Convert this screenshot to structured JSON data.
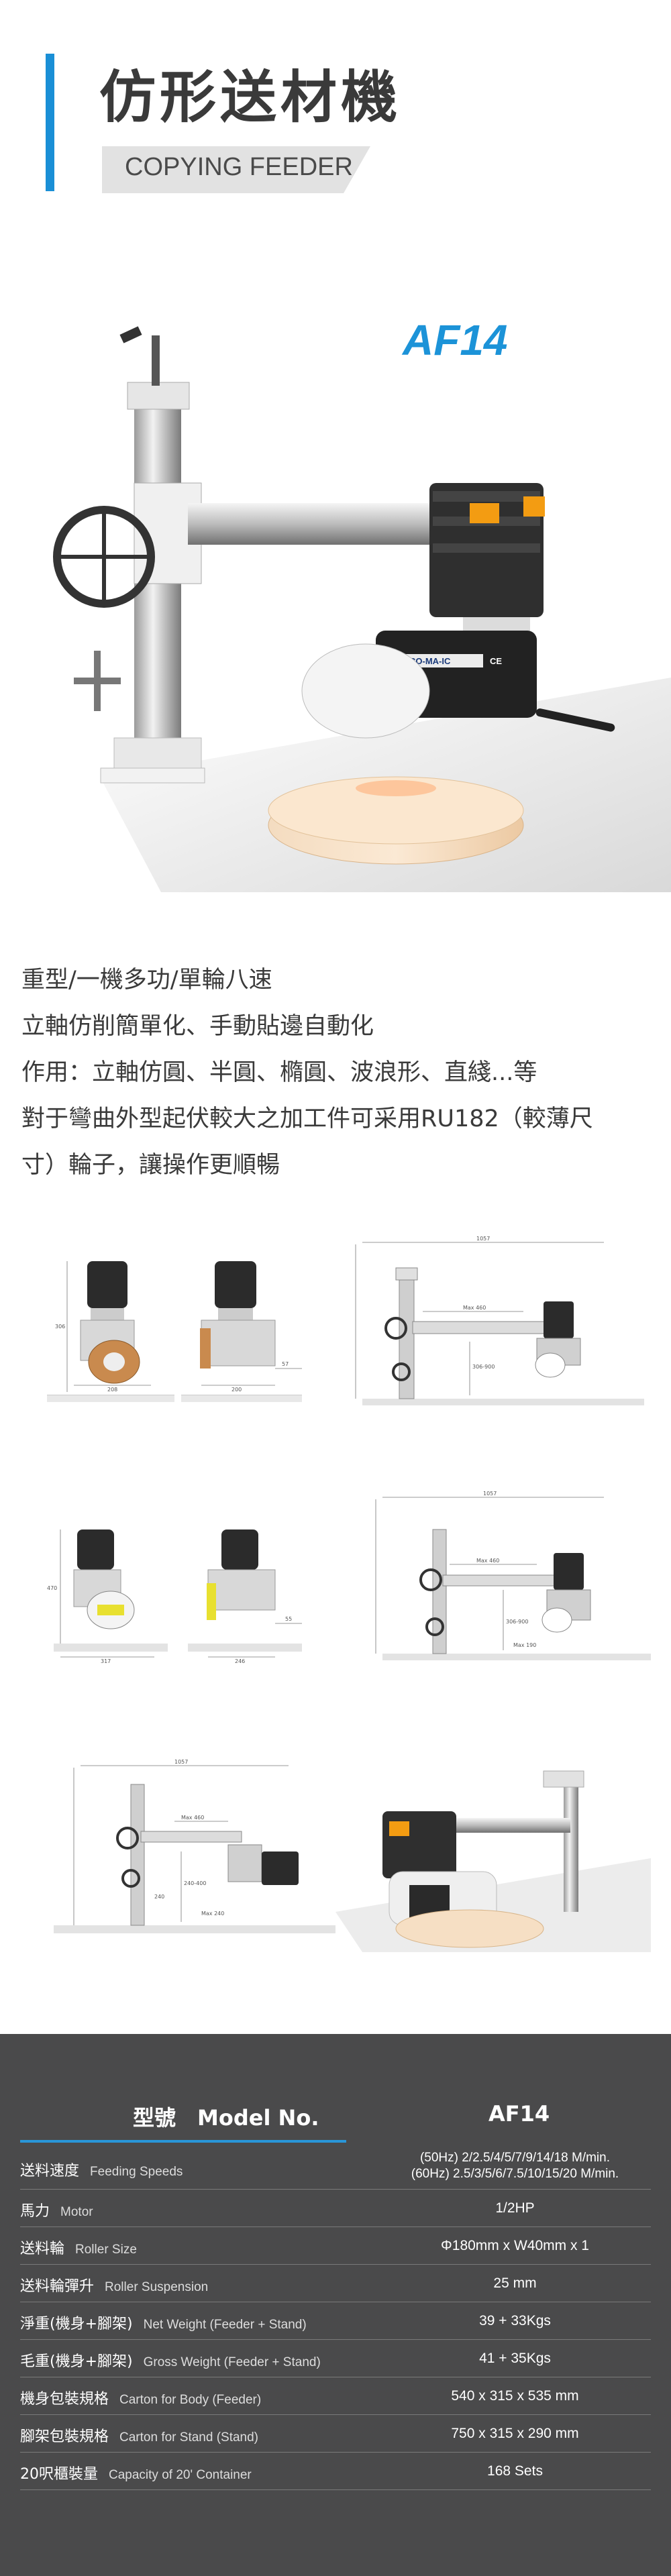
{
  "header": {
    "title": "仿形送材機",
    "subtitle": "COPYING FEEDER"
  },
  "model_tag": "AF14",
  "hero_plate": {
    "brand": "CO-MA-IC",
    "ce": "CE"
  },
  "description": [
    "重型/一機多功/單輪八速",
    "立軸仿削簡單化、手動貼邊自動化",
    "作用：立軸仿圓、半圓、橢圓、波浪形、直綫...等",
    "對于彎曲外型起伏較大之加工件可采用RU182（較薄尺",
    "寸）輪子，讓操作更順暢"
  ],
  "drawings": {
    "d1": {
      "w": "208",
      "h": "306"
    },
    "d2": {
      "w": "200",
      "h": "57"
    },
    "d3": {
      "total": "1057",
      "max": "Max 460",
      "range": "306-900"
    },
    "d4": {
      "w": "317",
      "h": "470"
    },
    "d5": {
      "w": "246",
      "h": "55"
    },
    "d6": {
      "total": "1057",
      "max": "Max 460",
      "range": "306-900",
      "side": "Max 190"
    },
    "d7": {
      "total": "1057",
      "max": "Max 460",
      "range": "240-400",
      "low": "240",
      "bottom": "Max 240"
    }
  },
  "spec": {
    "head_left": "型號　Model No.",
    "head_right": "AF14",
    "rows": [
      {
        "cn": "送料速度",
        "en": "Feeding Speeds",
        "val": "(50Hz) 2/2.5/4/5/7/9/14/18 M/min.",
        "val2": "(60Hz) 2.5/3/5/6/7.5/10/15/20 M/min."
      },
      {
        "cn": "馬力",
        "en": "Motor",
        "val": "1/2HP"
      },
      {
        "cn": "送料輪",
        "en": "Roller Size",
        "val": "Φ180mm x W40mm x 1"
      },
      {
        "cn": "送料輪彈升",
        "en": "Roller Suspension",
        "val": "25 mm"
      },
      {
        "cn": "淨重(機身+腳架)",
        "en": "Net Weight (Feeder + Stand)",
        "val": "39 + 33Kgs"
      },
      {
        "cn": "毛重(機身+腳架)",
        "en": "Gross Weight (Feeder  + Stand)",
        "val": "41 + 35Kgs"
      },
      {
        "cn": "機身包裝規格",
        "en": "Carton for Body (Feeder)",
        "val": "540 x 315 x 535 mm"
      },
      {
        "cn": "腳架包裝規格",
        "en": "Carton for Stand (Stand)",
        "val": "750 x 315 x 290 mm"
      },
      {
        "cn": "20呎櫃裝量",
        "en": "Capacity of 20' Container",
        "val": "168 Sets"
      }
    ]
  }
}
